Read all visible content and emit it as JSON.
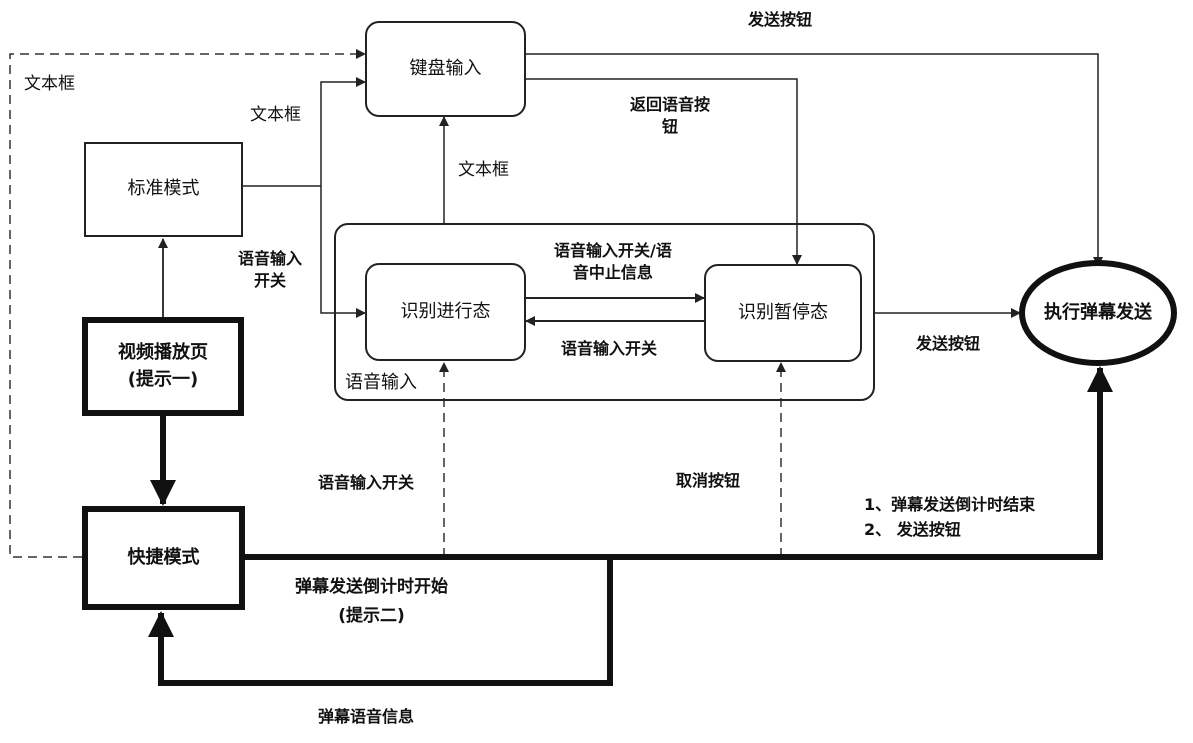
{
  "nodes": {
    "keyboard_input": "键盘输入",
    "standard_mode": "标准模式",
    "video_page": "视频播放页\n(提示一)",
    "quick_mode": "快捷模式",
    "recognizing": "识别进行态",
    "recognition_paused": "识别暂停态",
    "voice_input_group": "语音输入",
    "execute_send": "执行弹幕发送"
  },
  "labels": {
    "send_button_top": "发送按钮",
    "textbox_left": "文本框",
    "textbox_mid": "文本框",
    "textbox_center": "文本框",
    "return_voice_button": "返回语音按\n钮",
    "voice_switch_left": "语音输入\n开关",
    "voice_switch_stop_info": "语音输入开关/语\n音中止信息",
    "voice_switch_back": "语音输入开关",
    "send_button_right": "发送按钮",
    "voice_switch_lower": "语音输入开关",
    "cancel_button": "取消按钮",
    "countdown_end_send": "1、弹幕发送倒计时结束\n2、 发送按钮",
    "countdown_start": "弹幕发送倒计时开始\n(提示二)",
    "danmaku_voice_info": "弹幕语音信息"
  }
}
